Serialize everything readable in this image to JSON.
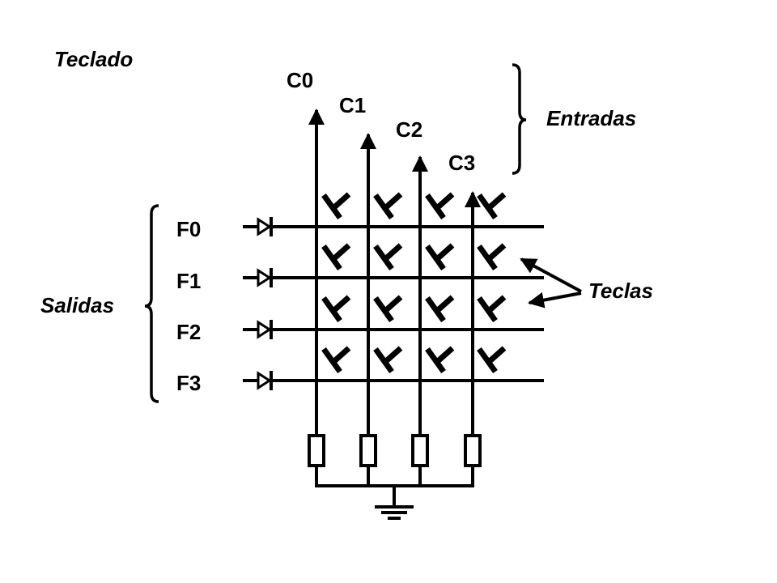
{
  "title": "Teclado",
  "columns": [
    "C0",
    "C1",
    "C2",
    "C3"
  ],
  "rows": [
    "F0",
    "F1",
    "F2",
    "F3"
  ],
  "entradas_label": "Entradas",
  "salidas_label": "Salidas",
  "teclas_label": "Teclas",
  "colors": {
    "ink": "#000000",
    "background": "#ffffff"
  }
}
